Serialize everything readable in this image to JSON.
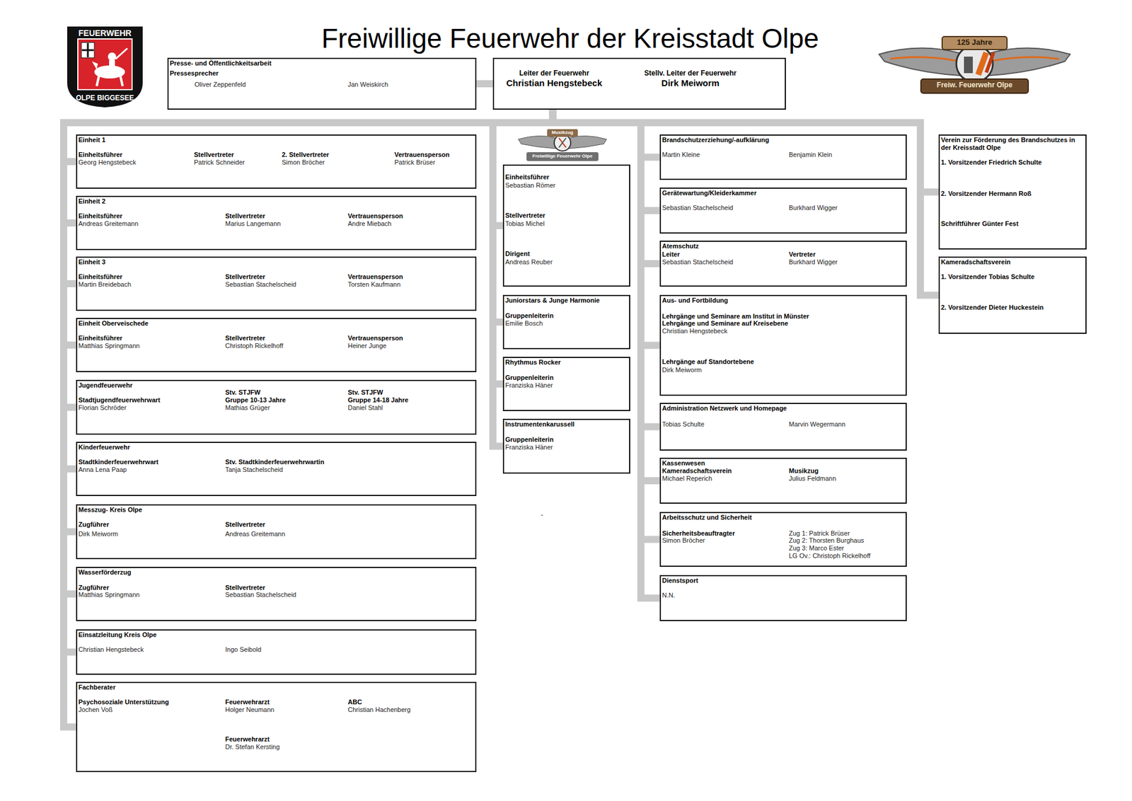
{
  "diagram": {
    "title": "Freiwillige Feuerwehr der Kreisstadt Olpe",
    "nodes": [
      {
        "text": [
          "Presse- und Öffentlichkeitsarbeit",
          "Pressesprecher",
          "Oliver Zeppenfeld",
          "Jan Weiskirch"
        ]
      },
      {
        "text": [
          "Leiter der Feuerwehr",
          "Christian Hengstebeck",
          "Stellv. Leiter der Feuerwehr",
          "Dirk Meiworm"
        ]
      },
      {
        "text": [
          "Einheit 1",
          "Einheitsführer",
          "Georg Hengstebeck",
          "Stellvertreter",
          "Patrick Schneider",
          "2. Stellvertreter",
          "Simon Bröcher",
          "Vertrauensperson",
          "Patrick Brüser"
        ]
      },
      {
        "text": [
          "Einheit 2",
          "Einheitsführer",
          "Andreas Greitemann",
          "Stellvertreter",
          "Marius Langemann",
          "Vertrauensperson",
          "Andre Miebach"
        ]
      },
      {
        "text": [
          "Einheit 3",
          "Einheitsführer",
          "Martin Breidebach",
          "Stellvertreter",
          "Sebastian Stachelscheid",
          "Vertrauensperson",
          "Torsten Kaufmann"
        ]
      },
      {
        "text": [
          "Einheit Oberveischede",
          "Einheitsführer",
          "Matthias Springmann",
          "Stellvertreter",
          "Christoph Rickelhoff",
          "Vertrauensperson",
          "Heiner Junge"
        ]
      },
      {
        "text": [
          "Jugendfeuerwehr",
          "Stadtjugendfeuerwehrwart",
          "Florian Schröder",
          "Stv. STJFW",
          "Gruppe 10-13 Jahre",
          "Mathias Grüger",
          "Stv. STJFW",
          "Gruppe 14-18 Jahre",
          "Daniel Stahl"
        ]
      },
      {
        "text": [
          "Kinderfeuerwehr",
          "Stadtkinderfeuerwehrwart",
          "Anna Lena Paap",
          "Stv. Stadtkinderfeuerwehrwartin",
          "Tanja Stachelscheid"
        ]
      },
      {
        "text": [
          "Messzug- Kreis Olpe",
          "Zugführer",
          "Dirk Meiworm",
          "Stellvertreter",
          "Andreas Greitemann"
        ]
      },
      {
        "text": [
          "Wasserförderzug",
          "Zugführer",
          "Matthias Springmann",
          "Stellvertreter",
          "Sebastian Stachelscheid"
        ]
      },
      {
        "text": [
          "Einsatzleitung Kreis Olpe",
          "Christian Hengstebeck",
          "Ingo Seibold"
        ]
      },
      {
        "text": [
          "Fachberater",
          "Psychosoziale Unterstützung",
          "Jochen Voß",
          "Feuerwehrarzt",
          "Holger Neumann",
          "ABC",
          "Christian Hachenberg",
          "Feuerwehrarzt",
          "Dr. Stefan Kersting"
        ]
      },
      {
        "text": [
          "Einheitsführer",
          "Sebastian Römer",
          "Stellvertreter",
          "Tobias Michel",
          "Dirigent",
          "Andreas Reuber"
        ]
      },
      {
        "text": [
          "Juniorstars & Junge Harmonie",
          "Gruppenleiterin",
          "Emilie Bosch"
        ]
      },
      {
        "text": [
          "Rhythmus Rocker",
          "Gruppenleiterin",
          "Franziska Häner"
        ]
      },
      {
        "text": [
          "Instrumentenkarussell",
          "Gruppenleiterin",
          "Franziska Häner"
        ]
      },
      {
        "text": [
          "Brandschutzerziehung/-aufklärung",
          "Martin Kleine",
          "Benjamin Klein"
        ]
      },
      {
        "text": [
          "Gerätewartung/Kleiderkammer",
          "Sebastian Stachelscheid",
          "Burkhard Wigger"
        ]
      },
      {
        "text": [
          "Atemschutz",
          "Leiter",
          "Sebastian Stachelscheid",
          "Vertreter",
          "Burkhard Wigger"
        ]
      },
      {
        "text": [
          "Aus- und Fortbildung",
          "Lehrgänge und Seminare am Institut in Münster",
          "Lehrgänge und Seminare auf Kreisebene",
          "Christian Hengstebeck",
          "Lehrgänge auf Standortebene",
          "Dirk Meiworm"
        ]
      },
      {
        "text": [
          "Administration Netzwerk und Homepage",
          "Tobias Schulte",
          "Marvin Wegermann"
        ]
      },
      {
        "text": [
          "Kassenwesen",
          "Kameradschaftsverein",
          "Michael Reperich",
          "Musikzug",
          "Julius Feldmann"
        ]
      },
      {
        "text": [
          "Arbeitsschutz und Sicherheit",
          "Sicherheitsbeauftragter",
          "Simon Bröcher",
          "Zug 1: Patrick Brüser",
          "Zug 2: Thorsten Burghaus",
          "Zug 3: Marco Ester",
          "LG Ov.: Christoph Rickelhoff"
        ]
      },
      {
        "text": [
          "Dienstsport",
          "N.N."
        ]
      },
      {
        "text": [
          "Verein zur Förderung des Brandschutzes in der Kreisstadt Olpe",
          "1. Vorsitzender Friedrich Schulte",
          "2. Vorsitzender Hermann Roß",
          "Schriftführer Günter Fest"
        ]
      },
      {
        "text": [
          "Kameradschaftsverein",
          "1. Vorsitzender Tobias Schulte",
          "2. Vorsitzender Dieter Huckestein"
        ]
      }
    ],
    "edges": [
      {
        "from": 1,
        "to": 0,
        "arrow": "none"
      },
      {
        "from": 1,
        "to": 2,
        "arrow": "none"
      },
      {
        "from": 1,
        "to": 3,
        "arrow": "none"
      },
      {
        "from": 1,
        "to": 4,
        "arrow": "none"
      },
      {
        "from": 1,
        "to": 5,
        "arrow": "none"
      },
      {
        "from": 1,
        "to": 6,
        "arrow": "none"
      },
      {
        "from": 1,
        "to": 7,
        "arrow": "none"
      },
      {
        "from": 1,
        "to": 8,
        "arrow": "none"
      },
      {
        "from": 1,
        "to": 9,
        "arrow": "none"
      },
      {
        "from": 1,
        "to": 10,
        "arrow": "none"
      },
      {
        "from": 1,
        "to": 11,
        "arrow": "none"
      },
      {
        "from": 1,
        "to": 12,
        "arrow": "none"
      },
      {
        "from": 1,
        "to": 13,
        "arrow": "none"
      },
      {
        "from": 1,
        "to": 14,
        "arrow": "none"
      },
      {
        "from": 1,
        "to": 15,
        "arrow": "none"
      },
      {
        "from": 1,
        "to": 16,
        "arrow": "none"
      },
      {
        "from": 1,
        "to": 17,
        "arrow": "none"
      },
      {
        "from": 1,
        "to": 18,
        "arrow": "none"
      },
      {
        "from": 1,
        "to": 19,
        "arrow": "none"
      },
      {
        "from": 1,
        "to": 20,
        "arrow": "none"
      },
      {
        "from": 1,
        "to": 21,
        "arrow": "none"
      },
      {
        "from": 1,
        "to": 22,
        "arrow": "none"
      },
      {
        "from": 1,
        "to": 23,
        "arrow": "none"
      },
      {
        "from": 1,
        "to": 24,
        "arrow": "none"
      },
      {
        "from": 1,
        "to": 25,
        "arrow": "none"
      }
    ],
    "labels": [
      "FEUERWEHR",
      "OLPE BIGGESEE",
      "125 Jahre",
      "Freiw. Feuerwehr Olpe",
      "Musikzug",
      "Freiwillige Feuerwehr Olpe",
      "-"
    ]
  }
}
